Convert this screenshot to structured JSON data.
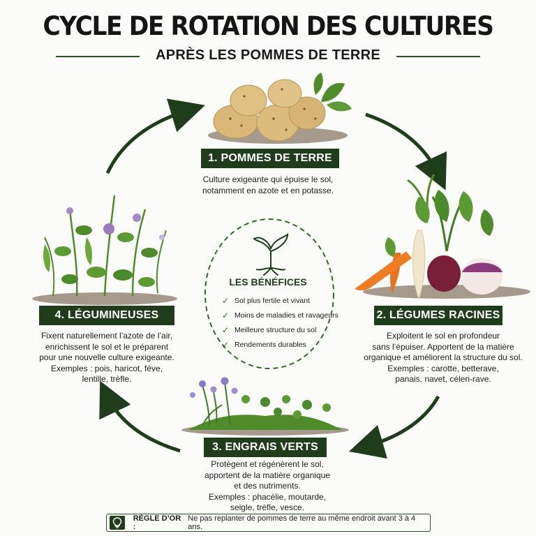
{
  "header": {
    "title": "CYCLE DE ROTATION DES CULTURES",
    "subtitle": "APRÈS LES POMMES DE TERRE"
  },
  "steps": [
    {
      "label": "1. POMMES DE TERRE",
      "desc": [
        "Culture exigeante qui épuise le sol,",
        "notamment en azote et en potasse."
      ],
      "illustration": "potato-illustration"
    },
    {
      "label": "2. LÉGUMES RACINES",
      "desc": [
        "Exploitent le sol en profondeur",
        "sans l’épuiser. Apportent de la matière",
        "organique et améliorent la structure du sol.",
        "Exemples : carotte, betterave,",
        "panais, navet, céleri-rave."
      ],
      "illustration": "root-vegetables-illustration"
    },
    {
      "label": "3. ENGRAIS VERTS",
      "desc": [
        "Protègent et régénèrent le sol,",
        "apportent de la matière organique",
        "et des nutriments.",
        "Exemples : phacélie, moutarde,",
        "seigle, trèfle, vesce."
      ],
      "illustration": "green-manure-illustration"
    },
    {
      "label": "4. LÉGUMINEUSES",
      "desc": [
        "Fixent naturellement l’azote de l’air,",
        "enrichissent le sol et le préparent",
        "pour une nouvelle culture exigeante.",
        "Exemples : pois, haricot, fève,",
        "lentille, trèfle."
      ],
      "illustration": "legumes-illustration"
    }
  ],
  "benefits": {
    "title": "LES BÉNÉFICES",
    "items": [
      "Sol plus fertile et vivant",
      "Moins de maladies et ravageurs",
      "Meilleure structure du sol",
      "Rendements durables"
    ]
  },
  "golden_rule": {
    "label": "RÈGLE D’OR :",
    "text": "Ne pas replanter de pommes de terre au même endroit avant 3 à 4 ans.",
    "icon": "lightbulb-icon"
  },
  "colors": {
    "dark_green": "#1f3d1a",
    "arrow": "#1f3d1a",
    "leaf_green": "#4f8a2b",
    "potato": "#d9b877",
    "carrot": "#e8741e",
    "beet": "#7a1f3a"
  }
}
